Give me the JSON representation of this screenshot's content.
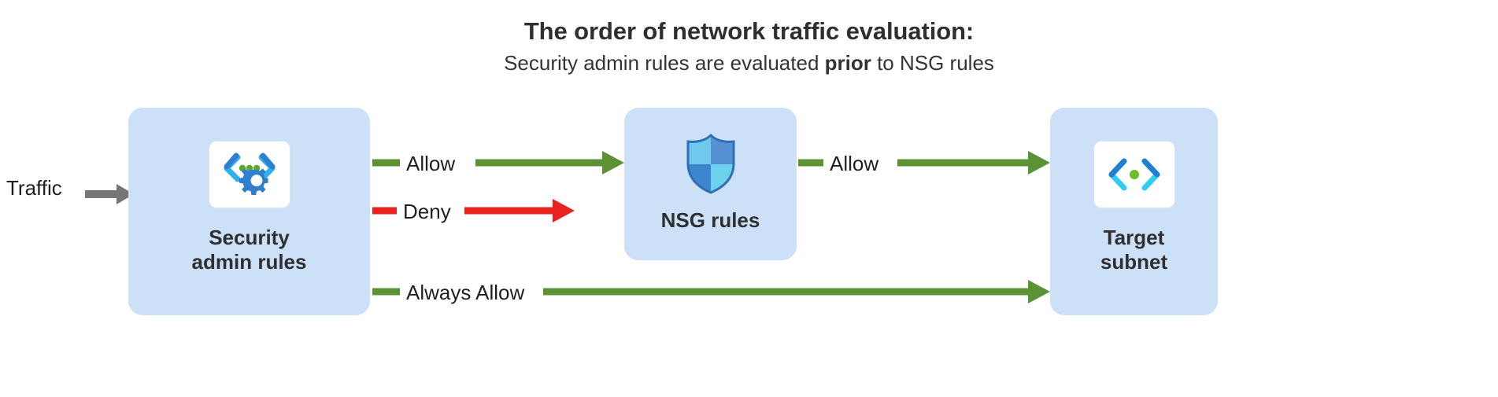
{
  "diagram": {
    "title": "The order of network traffic evaluation:",
    "subtitle": {
      "before": "Security admin rules are evaluated ",
      "emphasis": "prior",
      "after": " to NSG rules"
    },
    "entry_label": "Traffic",
    "nodes": [
      {
        "id": "security-admin-rules",
        "label": "Security\nadmin rules",
        "icon": "code-gear-icon"
      },
      {
        "id": "nsg-rules",
        "label": "NSG rules",
        "icon": "shield-icon"
      },
      {
        "id": "target-subnet",
        "label": "Target\nsubnet",
        "icon": "code-dot-icon"
      }
    ],
    "edges": [
      {
        "id": "allow-to-nsg",
        "label": "Allow",
        "color": "#5b9234",
        "from": "security-admin-rules",
        "to": "nsg-rules"
      },
      {
        "id": "deny",
        "label": "Deny",
        "color": "#e8231f",
        "from": "security-admin-rules",
        "to": ""
      },
      {
        "id": "always-allow",
        "label": "Always Allow",
        "color": "#5b9234",
        "from": "security-admin-rules",
        "to": "target-subnet"
      },
      {
        "id": "allow-to-target",
        "label": "Allow",
        "color": "#5b9234",
        "from": "nsg-rules",
        "to": "target-subnet"
      }
    ],
    "colors": {
      "box_fill": "#cce0f8",
      "allow_green": "#5b9234",
      "deny_red": "#e8231f",
      "traffic_gray": "#767676",
      "text_dark": "#2f2f2f",
      "background": "#ffffff"
    }
  }
}
